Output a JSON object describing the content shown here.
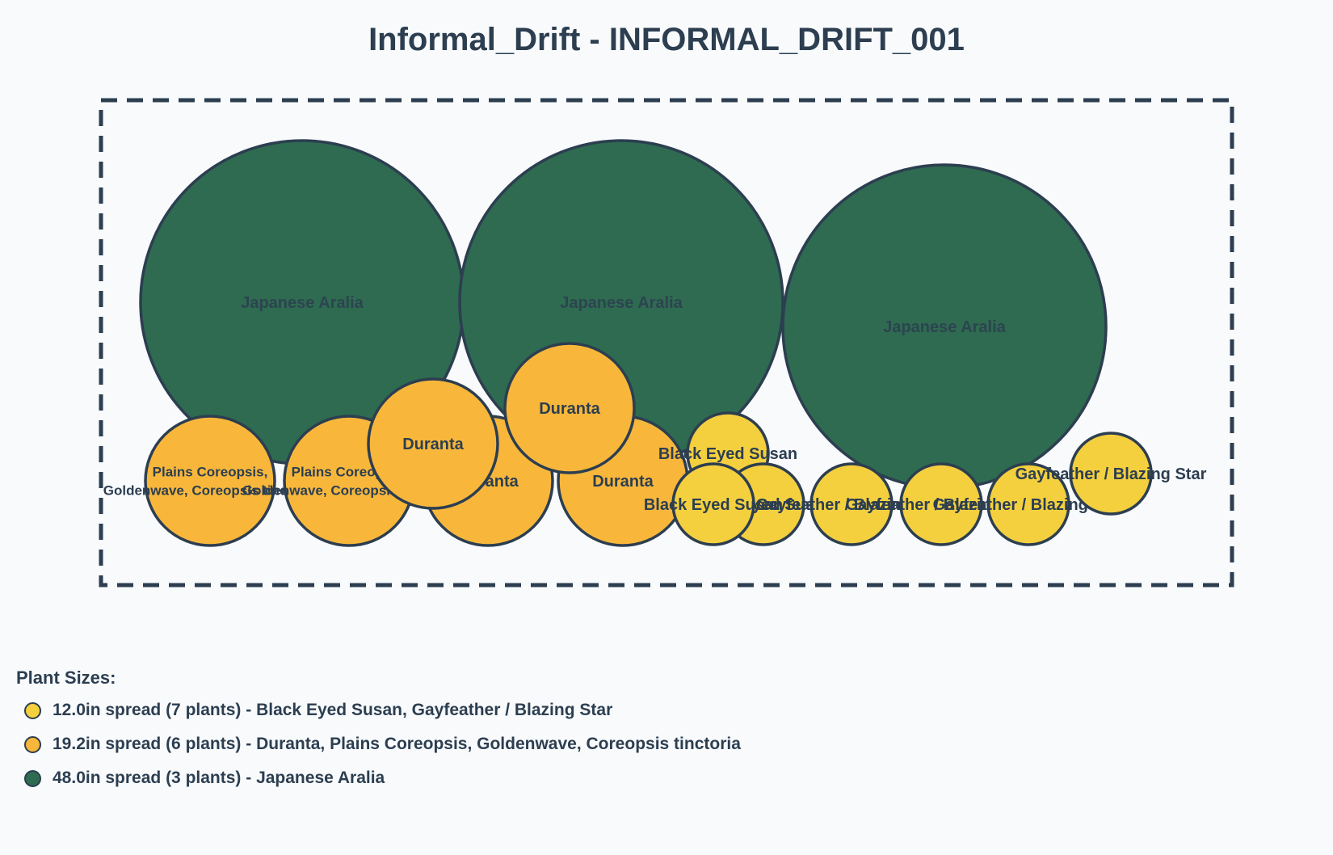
{
  "title": "Informal_Drift - INFORMAL_DRIFT_001",
  "colors": {
    "background": "#f8fafc",
    "outline": "#2c3e50",
    "small": "#f4d03f",
    "medium": "#f8b73b",
    "large": "#2e6b50"
  },
  "plants": [
    {
      "name": "Japanese Aralia",
      "group": "large"
    },
    {
      "name": "Japanese Aralia",
      "group": "large"
    },
    {
      "name": "Japanese Aralia",
      "group": "large"
    },
    {
      "name": "Plains Coreopsis, Goldenwave, Coreopsis tinctoria",
      "group": "medium"
    },
    {
      "name": "Plains Coreopsis, Goldenwave, Coreopsis tinctoria",
      "group": "medium"
    },
    {
      "name": "Duranta",
      "group": "medium"
    },
    {
      "name": "Duranta",
      "group": "medium"
    },
    {
      "name": "Duranta",
      "group": "medium"
    },
    {
      "name": "Duranta",
      "group": "medium"
    },
    {
      "name": "Black Eyed Susan",
      "group": "small"
    },
    {
      "name": "Black Eyed Susan",
      "group": "small"
    },
    {
      "name": "Black Eyed Susan",
      "group": "small"
    },
    {
      "name": "Gayfeather / Blazing Star",
      "group": "small"
    },
    {
      "name": "Gayfeather / Blazing Star",
      "group": "small"
    },
    {
      "name": "Gayfeather / Blazing Star",
      "group": "small"
    },
    {
      "name": "Gayfeather / Blazing Star",
      "group": "small"
    }
  ],
  "legend": {
    "title": "Plant Sizes:",
    "items": [
      {
        "label": "12.0in spread (7 plants) - Black Eyed Susan, Gayfeather / Blazing Star",
        "color": "#f4d03f"
      },
      {
        "label": "19.2in spread (6 plants) - Duranta, Plains Coreopsis, Goldenwave, Coreopsis tinctoria",
        "color": "#f8b73b"
      },
      {
        "label": "48.0in spread (3 plants) - Japanese Aralia",
        "color": "#2e6b50"
      }
    ]
  }
}
